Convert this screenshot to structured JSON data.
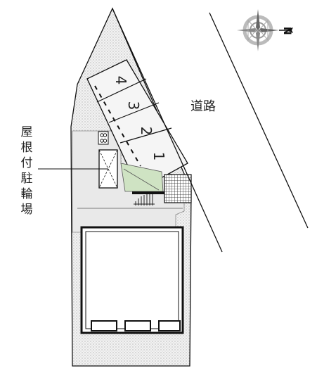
{
  "road_label": "道路",
  "parking_spaces": [
    "1",
    "2",
    "3",
    "4"
  ],
  "bicycle_parking_label": [
    "屋",
    "根",
    "付",
    "駐",
    "輪",
    "場"
  ],
  "compass": {
    "north_letter": "N",
    "icon": "compass-rose-icon"
  },
  "colors": {
    "ground_stipple": "#e6e6e6",
    "lot_fill": "#e4e4e4",
    "planting": "#cfe3c3",
    "line": "#111111"
  }
}
